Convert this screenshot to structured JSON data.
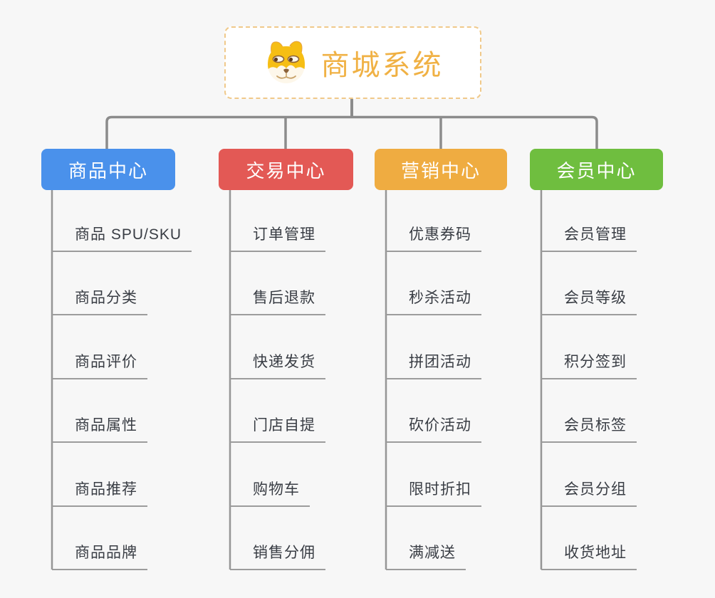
{
  "background_color": "#F7F7F7",
  "connector_color": "#8C8C8C",
  "underline_color": "#9C9C9C",
  "root": {
    "label": "商城系统",
    "icon": "dog-face-icon",
    "text_color": "#F0B144",
    "border_color": "#F0C98A"
  },
  "branches": [
    {
      "label": "商品中心",
      "color": "#4A91EB",
      "children": [
        "商品 SPU/SKU",
        "商品分类",
        "商品评价",
        "商品属性",
        "商品推荐",
        "商品品牌"
      ]
    },
    {
      "label": "交易中心",
      "color": "#E35955",
      "children": [
        "订单管理",
        "售后退款",
        "快递发货",
        "门店自提",
        "购物车",
        "销售分佣"
      ]
    },
    {
      "label": "营销中心",
      "color": "#EFAC41",
      "children": [
        "优惠券码",
        "秒杀活动",
        "拼团活动",
        "砍价活动",
        "限时折扣",
        "满减送"
      ]
    },
    {
      "label": "会员中心",
      "color": "#6FBE3F",
      "children": [
        "会员管理",
        "会员等级",
        "积分签到",
        "会员标签",
        "会员分组",
        "收货地址"
      ]
    }
  ]
}
